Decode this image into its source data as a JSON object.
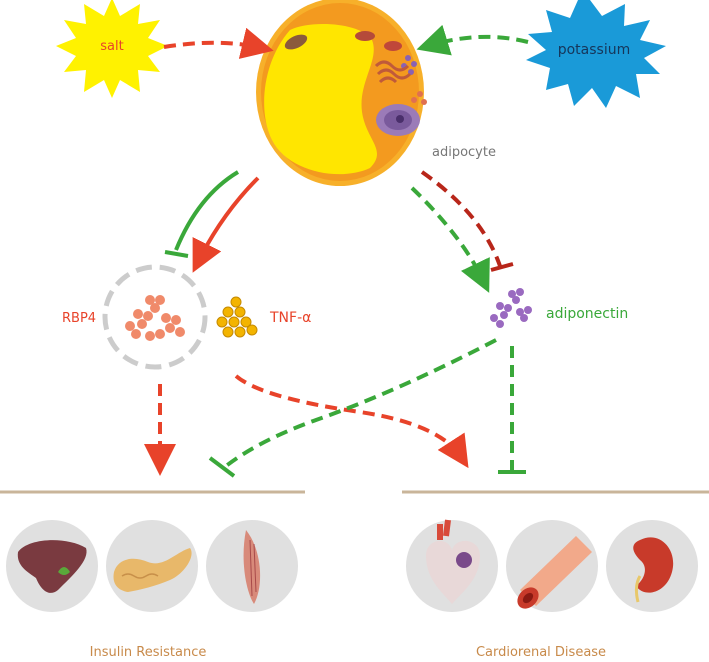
{
  "labels": {
    "salt": "salt",
    "potassium": "potassium",
    "adipocyte": "adipocyte",
    "rbp4": "RBP4",
    "tnf": "TNF-α",
    "adiponectin": "adiponectin",
    "insulin_resistance": "Insulin Resistance",
    "cardiorenal_disease": "Cardiorenal Disease"
  },
  "colors": {
    "salt_burst": "#fff200",
    "potassium_burst": "#1a9ad8",
    "adipocyte_outer": "#f39a1f",
    "adipocyte_inner": "#ffe600",
    "red_arrow": "#e8432a",
    "green_arrow": "#3aa83a",
    "dark_red_arrow": "#b8261a",
    "rbp4_text": "#e8432a",
    "adiponectin_text": "#3aa83a",
    "outcome_text": "#c88a4a",
    "adipocyte_text": "#777777",
    "baseline": "#c9b59a",
    "organ_circle": "#e0e0e0"
  },
  "icons": {
    "insulin_resistance_organs": [
      "liver-icon",
      "pancreas-icon",
      "muscle-icon"
    ],
    "cardiorenal_organs": [
      "heart-icon",
      "blood-vessel-icon",
      "kidney-icon"
    ]
  }
}
